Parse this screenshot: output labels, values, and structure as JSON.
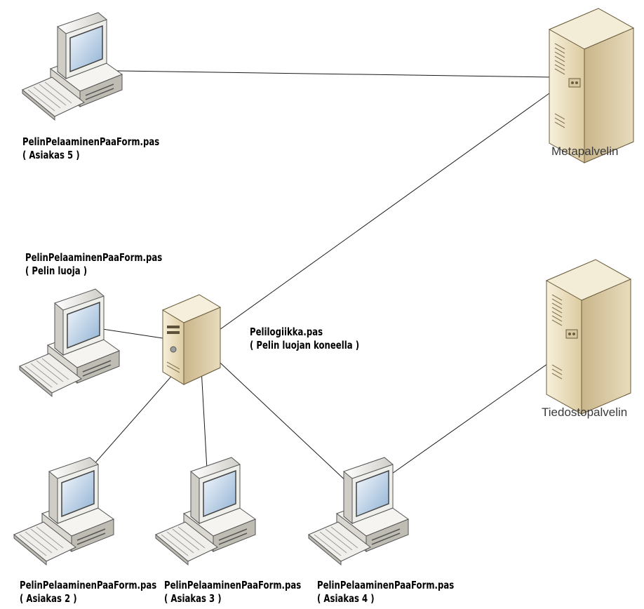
{
  "nodes": {
    "client5": {
      "name": "PelinPelaaminenPaaForm.pas",
      "role": "( Asiakas 5 )"
    },
    "creator": {
      "name": "PelinPelaaminenPaaForm.pas",
      "role": "( Pelin luoja )"
    },
    "gamelogic": {
      "name": "Pelilogiikka.pas",
      "role": "( Pelin luojan koneella )"
    },
    "client2": {
      "name": "PelinPelaaminenPaaForm.pas",
      "role": "( Asiakas 2 )"
    },
    "client3": {
      "name": "PelinPelaaminenPaaForm.pas",
      "role": "( Asiakas 3 )"
    },
    "client4": {
      "name": "PelinPelaaminenPaaForm.pas",
      "role": "( Asiakas 4 )"
    },
    "metaserver": {
      "name": "Metapalvelin"
    },
    "fileserver": {
      "name": "Tiedostopalvelin"
    }
  },
  "connections": [
    [
      "client5",
      "metaserver"
    ],
    [
      "gamelogic",
      "metaserver"
    ],
    [
      "gamelogic",
      "creator"
    ],
    [
      "gamelogic",
      "client2"
    ],
    [
      "gamelogic",
      "client3"
    ],
    [
      "gamelogic",
      "client4"
    ],
    [
      "client4",
      "fileserver"
    ]
  ],
  "colors": {
    "line": "#1a1a1a",
    "computer_body": "#f0eee8",
    "server_body": "#e6d9b8",
    "screen": "#bcd3ea"
  },
  "icons": {
    "client": "desktop-computer-icon",
    "server": "tower-server-icon",
    "gamelogic": "small-server-icon"
  }
}
